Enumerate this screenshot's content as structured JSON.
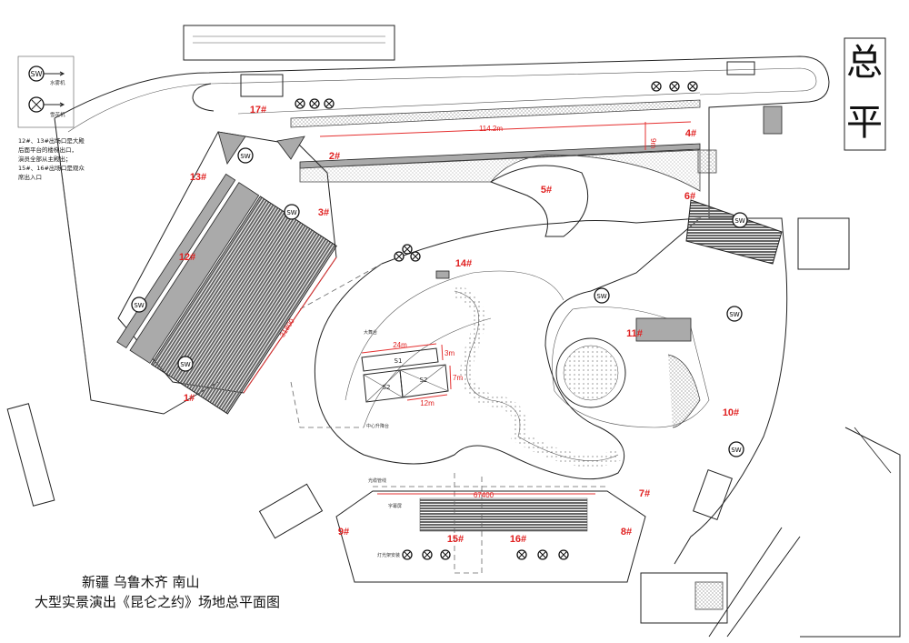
{
  "title_block": {
    "label": "总平"
  },
  "legend": {
    "items": [
      {
        "symbol": "SW",
        "label": "水雾机",
        "icon": "fog-machine-icon"
      },
      {
        "symbol": "X",
        "label": "雪花机",
        "icon": "snow-machine-icon"
      }
    ],
    "note_lines": [
      "12#、13#出场口是大殿",
      "后面平台的楼梯出口，",
      "演员全部从主殿出；",
      "15#、16#出场口是观众",
      "席出入口"
    ]
  },
  "drawing_title": {
    "line1": "新疆 乌鲁木齐 南山",
    "line2": "大型实景演出《昆仑之约》场地总平面图"
  },
  "exits": [
    "1#",
    "2#",
    "3#",
    "4#",
    "5#",
    "6#",
    "7#",
    "8#",
    "9#",
    "10#",
    "11#",
    "12#",
    "13#",
    "14#",
    "15#",
    "16#",
    "17#"
  ],
  "dimensions": {
    "top_length": "114.2m",
    "top_width": "9m",
    "stand_length": "31800",
    "s1_length": "24m",
    "s1_width": "3m",
    "s2_width": "7m",
    "s2_length": "12m",
    "audience_width": "67400"
  },
  "stages": {
    "s1": "S1",
    "s2": "S2"
  },
  "labels": {
    "center_stage": "中心升降台",
    "big_stage": "大舞台",
    "audience_seats": "字幕屏",
    "lighting": "灯光架安装",
    "light_line": "光缆管线",
    "sw": "SW"
  }
}
